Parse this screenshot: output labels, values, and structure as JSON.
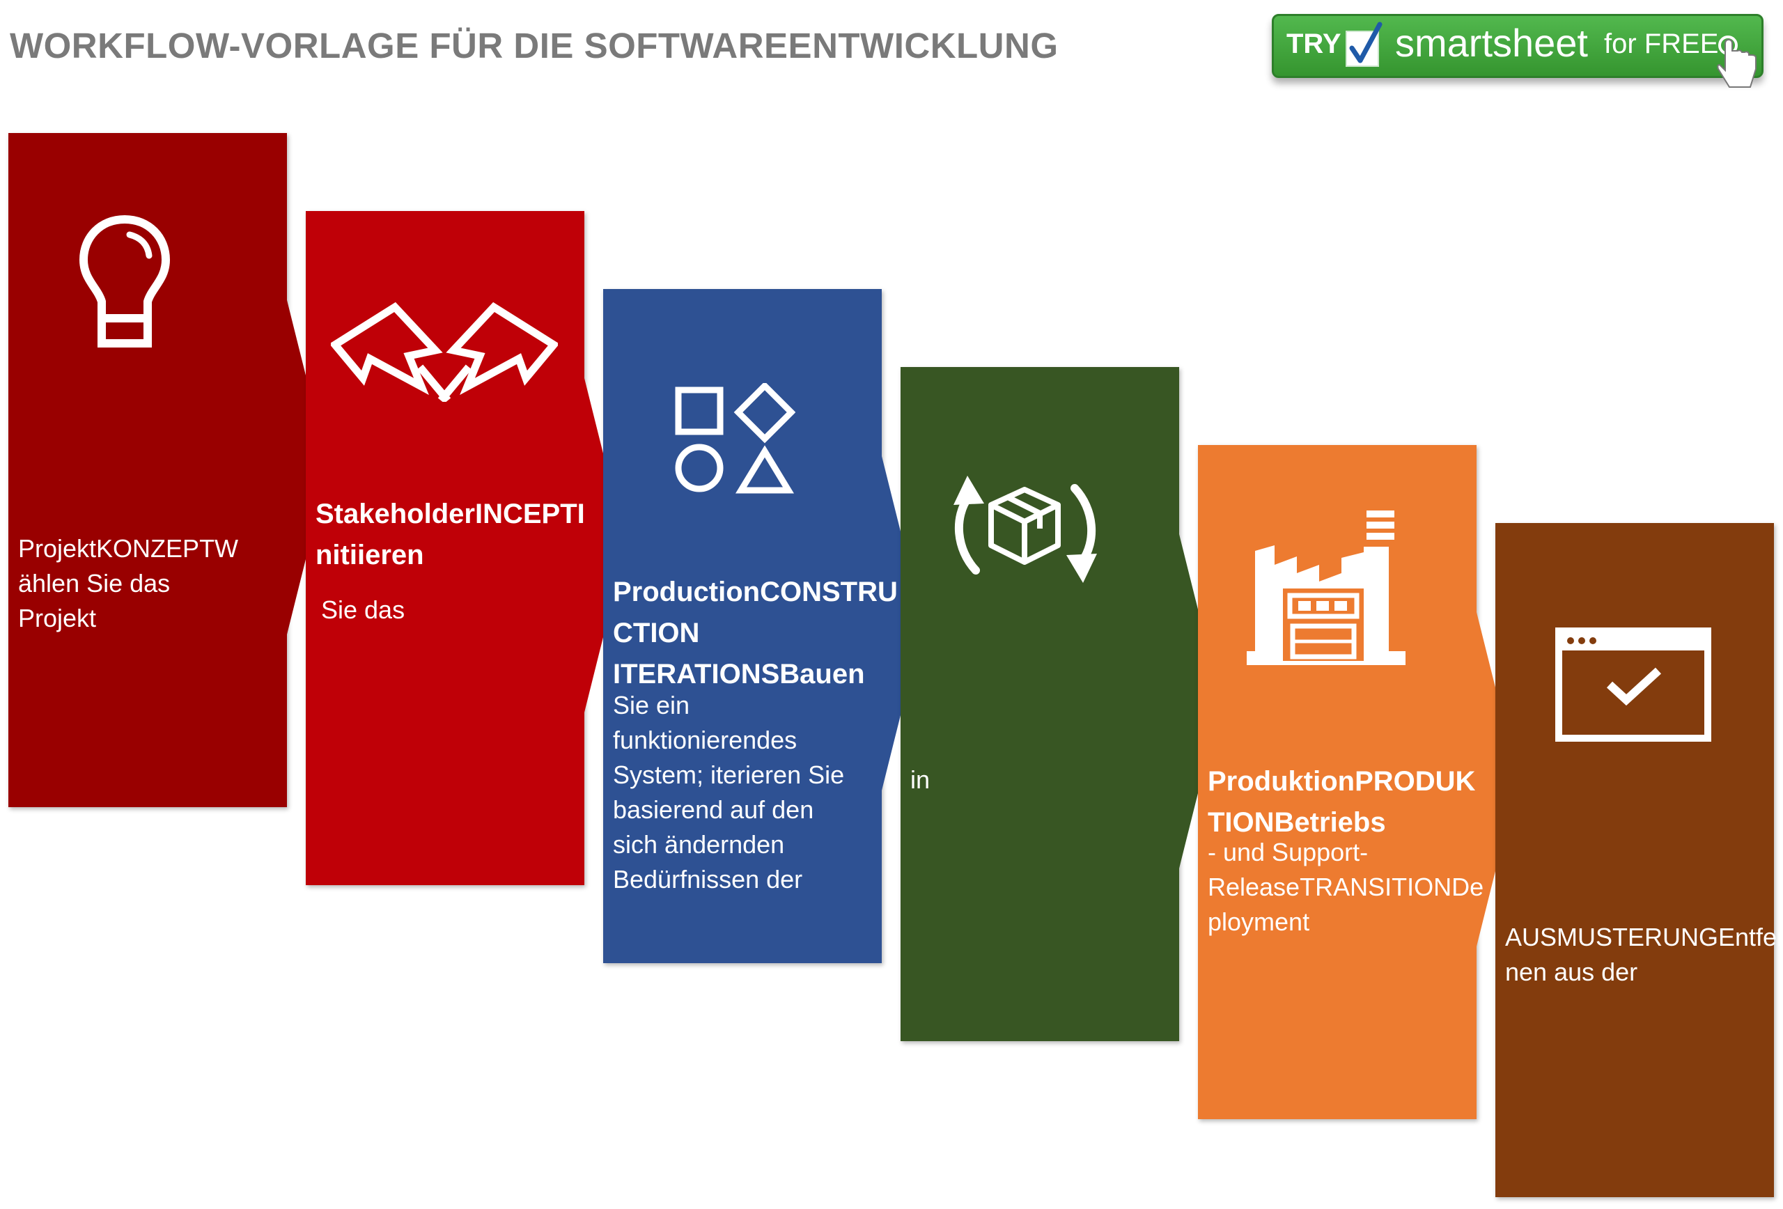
{
  "header": {
    "title": "WORKFLOW-VORLAGE FÜR DIE SOFTWAREENTWICKLUNG"
  },
  "cta": {
    "try": "TRY",
    "brand": "smartsheet",
    "free": "for FREE"
  },
  "steps": [
    {
      "color": "#990000",
      "icon": "lightbulb-icon",
      "bold": "",
      "text": "ProjektKONZEPTW\nählen Sie das\nProjekt"
    },
    {
      "color": "#bf0007",
      "icon": "crossed-flags-icon",
      "bold": "StakeholderINCEPTI\nnitiieren",
      "text": "Sie das"
    },
    {
      "color": "#2e5193",
      "icon": "shapes-icon",
      "bold": "ProductionCONSTRU\nCTION\nITERATIONSBauen",
      "text": "Sie ein\nfunktionierendes\nSystem; iterieren Sie\nbasierend auf den\nsich ändernden\nBedürfnissen der"
    },
    {
      "color": "#385623",
      "icon": "package-cycle-icon",
      "bold": "",
      "text": "in"
    },
    {
      "color": "#ed7b30",
      "icon": "factory-icon",
      "bold": "ProduktionPRODUK\nTIONBetriebs",
      "text": "- und Support-\nReleaseTRANSITIONDe\nployment"
    },
    {
      "color": "#833c0d",
      "icon": "browser-check-icon",
      "bold": "",
      "text": "AUSMUSTERUNGEntfer\nnen aus der"
    }
  ]
}
